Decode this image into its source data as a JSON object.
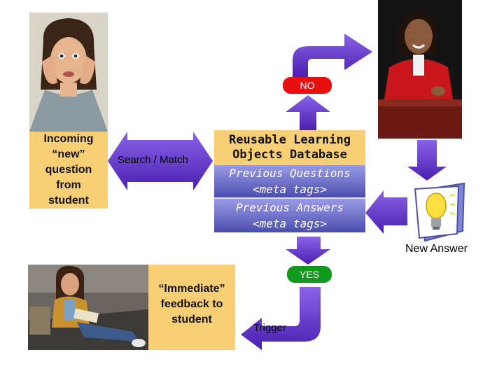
{
  "nodes": {
    "incoming_question": "Incoming\n“new”\nquestion\nfrom\nstudent",
    "search_match": "Search / Match",
    "database_title": "Reusable Learning\nObjects Database",
    "previous_questions": "Previous Questions\n<meta tags>",
    "previous_answers": "Previous Answers\n<meta tags>",
    "feedback": "“Immediate”\nfeedback to\nstudent"
  },
  "labels": {
    "no": "NO",
    "yes": "YES",
    "new_answer": "New Answer",
    "trigger": "Trigger"
  },
  "colors": {
    "panel": "#f8cf74",
    "arrow_purple": "#5b2fc4",
    "no_pill": "#e8100f",
    "yes_pill": "#0f9a1c",
    "db_gradient_top": "#9a9be6",
    "db_gradient_bottom": "#4b4dae"
  },
  "images": [
    "worried-woman-photo",
    "presenter-photo",
    "lightbulb-illustration",
    "student-reading-photo"
  ]
}
